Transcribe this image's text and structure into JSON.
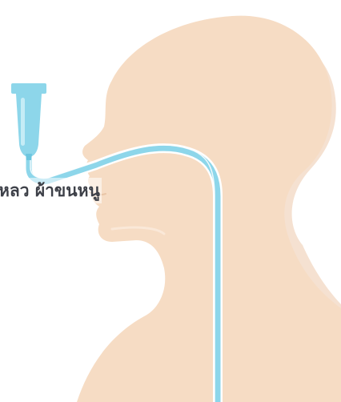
{
  "caption": "หลว ผ้าขนหนู",
  "colors": {
    "background": "#ffffff",
    "skin": "#f6dcc4",
    "skin_shadow": "#e9c6a8",
    "tube": "#8dd6ea",
    "tube_light": "#ffffff",
    "tube_dark": "#6cc6df",
    "text": "#3d4048"
  },
  "icons": {
    "head": "head-profile-silhouette",
    "funnel": "funnel-syringe-icon",
    "tube": "feeding-tube-line"
  }
}
